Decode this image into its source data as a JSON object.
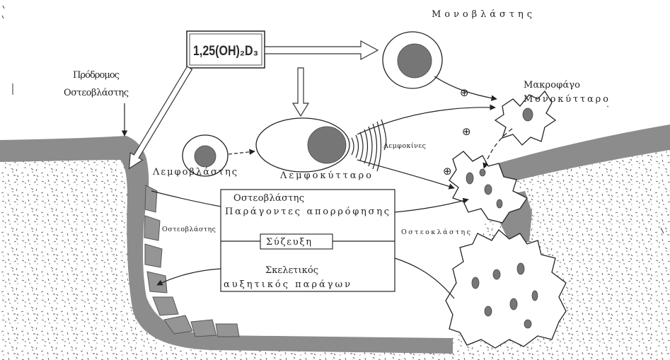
{
  "labels": {
    "hormone": "1,25(OH)₂D₃",
    "monoblast": "Μονοβλάστης",
    "osteoblast_precursor": [
      "Πρόδρομος",
      "Οστεοβλάστης"
    ],
    "macrophage": [
      "Μακροφάγο",
      "Μονοκύτταρο"
    ],
    "lymphokines": "Λεμφοκίνες",
    "lymphoblast": "Λεμφοβλάστης",
    "lymphocyte": "Λεμφοκύτταρο",
    "osteoblast_lining": "Οστεοβλάστης",
    "osteoclast": "Οστεοκλάστης"
  },
  "factor_box": {
    "header": "Οστεοβλάστης",
    "resorption_factors": "Παράγοντες απορρόφησης",
    "coupling": "Σύζευξη",
    "growth_factor": [
      "Σκελετικός",
      "αυξητικός παράγων"
    ]
  },
  "stimulation_symbol": "⊕",
  "colors": {
    "bone_band": "#8c8c8c",
    "nucleus": "#767676",
    "ink": "#222222",
    "background": "#ffffff"
  }
}
